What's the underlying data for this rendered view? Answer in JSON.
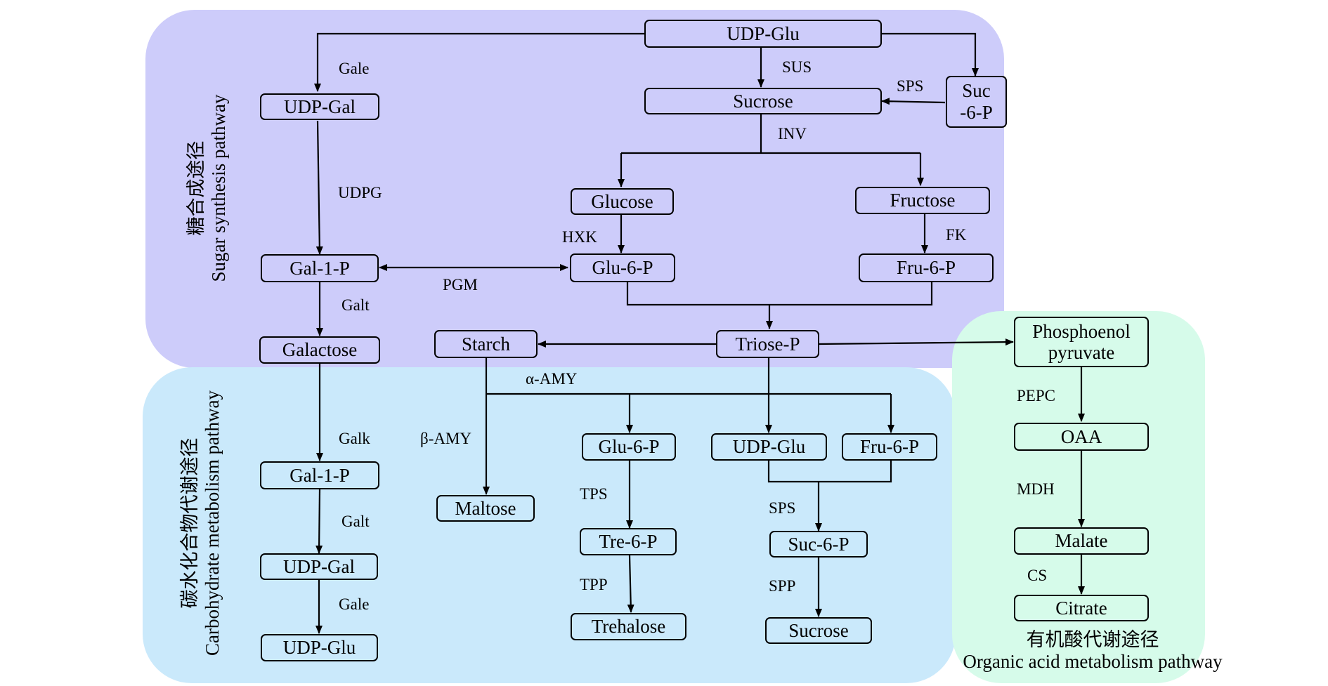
{
  "regions": {
    "sugar": {
      "label_cn": "糖合成途径",
      "label_en": "Sugar synthesis pathway",
      "color": "#cdccfa"
    },
    "carbohydrate": {
      "label_cn": "碳水化合物代谢途径",
      "label_en": "Carbohydrate metabolism pathway",
      "color": "#cae9fb"
    },
    "organic_acid": {
      "label_cn": "有机酸代谢途径",
      "label_en": "Organic acid metabolism pathway",
      "color": "#d6fbea"
    }
  },
  "nodes": {
    "udp_glu_top": "UDP-Glu",
    "udp_gal_top": "UDP-Gal",
    "sucrose_top": "Sucrose",
    "suc6p_top": "Suc\n-6-P",
    "glucose": "Glucose",
    "fructose": "Fructose",
    "gal1p_top": "Gal-1-P",
    "glu6p_top": "Glu-6-P",
    "fru6p_top": "Fru-6-P",
    "galactose": "Galactose",
    "starch": "Starch",
    "triose_p": "Triose-P",
    "pep": "Phosphoenol\npyruvate",
    "gal1p_bottom": "Gal-1-P",
    "udp_gal_bottom": "UDP-Gal",
    "udp_glu_bottom": "UDP-Glu",
    "maltose": "Maltose",
    "glu6p_bottom": "Glu-6-P",
    "tre6p": "Tre-6-P",
    "trehalose": "Trehalose",
    "udp_glu_mid": "UDP-Glu",
    "fru6p_bottom": "Fru-6-P",
    "suc6p_bottom": "Suc-6-P",
    "sucrose_bottom": "Sucrose",
    "oaa": "OAA",
    "malate": "Malate",
    "citrate": "Citrate"
  },
  "enzymes": {
    "gale_top": "Gale",
    "sus": "SUS",
    "sps_top": "SPS",
    "inv": "INV",
    "udpg": "UDPG",
    "hxk": "HXK",
    "fk": "FK",
    "pgm": "PGM",
    "galt_top": "Galt",
    "alpha_amy": "α-AMY",
    "beta_amy": "β-AMY",
    "galk": "Galk",
    "galt_bottom": "Galt",
    "gale_bottom": "Gale",
    "tps": "TPS",
    "tpp": "TPP",
    "sps_bottom": "SPS",
    "spp": "SPP",
    "pepc": "PEPC",
    "mdh": "MDH",
    "cs": "CS"
  }
}
